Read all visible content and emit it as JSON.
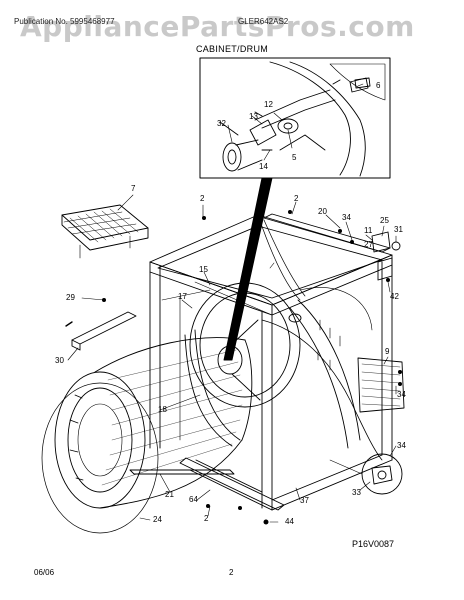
{
  "watermark": "AppliancePartsPros.com",
  "header": {
    "left": "Publication No. 5995468977",
    "right": "GLER642AS2"
  },
  "section_title": "CABINET/DRUM",
  "callouts": [
    {
      "id": "c6",
      "text": "6"
    },
    {
      "id": "c12",
      "text": "12"
    },
    {
      "id": "c32",
      "text": "32"
    },
    {
      "id": "c13",
      "text": "13"
    },
    {
      "id": "c14",
      "text": "14"
    },
    {
      "id": "c5",
      "text": "5"
    },
    {
      "id": "c7",
      "text": "7"
    },
    {
      "id": "c2a",
      "text": "2"
    },
    {
      "id": "c2b",
      "text": "2"
    },
    {
      "id": "c20",
      "text": "20"
    },
    {
      "id": "c34a",
      "text": "34"
    },
    {
      "id": "c25",
      "text": "25"
    },
    {
      "id": "c11",
      "text": "11"
    },
    {
      "id": "c31",
      "text": "31"
    },
    {
      "id": "c27",
      "text": "27"
    },
    {
      "id": "c15",
      "text": "15"
    },
    {
      "id": "c17",
      "text": "17"
    },
    {
      "id": "c42",
      "text": "42"
    },
    {
      "id": "c29",
      "text": "29"
    },
    {
      "id": "c9",
      "text": "9"
    },
    {
      "id": "c30",
      "text": "30"
    },
    {
      "id": "c34b",
      "text": "34"
    },
    {
      "id": "c18",
      "text": "18"
    },
    {
      "id": "c34c",
      "text": "34"
    },
    {
      "id": "c33",
      "text": "33"
    },
    {
      "id": "c21",
      "text": "21"
    },
    {
      "id": "c64",
      "text": "64"
    },
    {
      "id": "c37",
      "text": "37"
    },
    {
      "id": "c2c",
      "text": "2"
    },
    {
      "id": "c24",
      "text": "24"
    },
    {
      "id": "c44",
      "text": "44"
    }
  ],
  "diagram_code": "P16V0087",
  "footer": {
    "date": "06/06",
    "page": "2"
  }
}
